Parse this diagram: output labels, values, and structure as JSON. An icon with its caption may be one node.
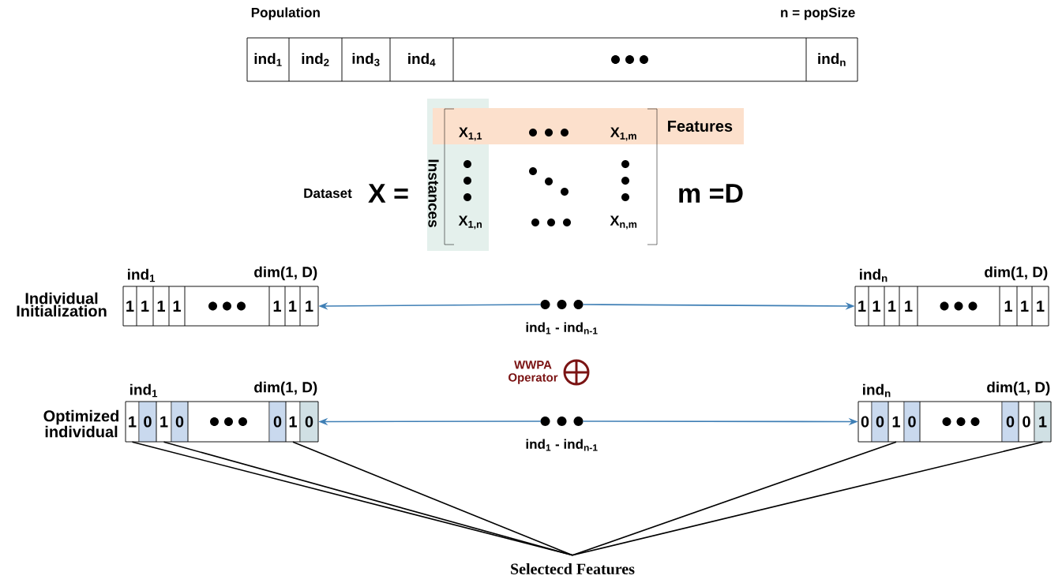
{
  "diagram": {
    "nodes": [
      {
        "text": [
          "Population",
          "n = popSize"
        ]
      },
      {
        "text": [
          "ind$_{1}$"
        ],
        "in": 0
      },
      {
        "text": [
          "ind$_{2}$"
        ],
        "in": 0
      },
      {
        "text": [
          "ind$_{3}$"
        ],
        "in": 0
      },
      {
        "text": [
          "ind$_{4}$"
        ],
        "in": 0
      },
      {
        "text": [],
        "shape": "box",
        "in": 0
      },
      {
        "text": [
          "ind$_{n}$"
        ],
        "in": 0
      },
      {
        "text": [
          "Features"
        ]
      },
      {
        "text": [
          "Instances"
        ]
      },
      {
        "text": [
          "ind$_{1}$",
          "dim(1, D)"
        ]
      },
      {
        "text": [
          "1"
        ],
        "in": 9
      },
      {
        "text": [
          "1"
        ],
        "in": 9
      },
      {
        "text": [
          "1"
        ],
        "in": 9
      },
      {
        "text": [
          "1"
        ],
        "in": 9
      },
      {
        "text": [],
        "shape": "box",
        "in": 9
      },
      {
        "text": [
          "1"
        ],
        "in": 9
      },
      {
        "text": [
          "1"
        ],
        "in": 9
      },
      {
        "text": [
          "1"
        ],
        "in": 9
      },
      {
        "text": [],
        "shape": "circle",
        "beside": [
          "ind$_{1}$ - ind$_{n-1}$"
        ]
      },
      {
        "text": [
          "ind$_{n}$",
          "dim(1, D)"
        ]
      },
      {
        "text": [
          "1"
        ],
        "in": 19
      },
      {
        "text": [
          "1"
        ],
        "in": 19
      },
      {
        "text": [
          "1"
        ],
        "in": 19
      },
      {
        "text": [
          "1"
        ],
        "in": 19
      },
      {
        "text": [],
        "shape": "box",
        "in": 19
      },
      {
        "text": [
          "1"
        ],
        "in": 19
      },
      {
        "text": [
          "1"
        ],
        "in": 19
      },
      {
        "text": [
          "1"
        ],
        "in": 19
      },
      {
        "text": [
          "ind$_{1}$",
          "dim(1, D)"
        ]
      },
      {
        "text": [
          "1"
        ],
        "in": 28
      },
      {
        "text": [
          "0"
        ],
        "in": 28
      },
      {
        "text": [
          "1"
        ],
        "in": 28
      },
      {
        "text": [
          "0"
        ],
        "in": 28
      },
      {
        "text": [],
        "shape": "box",
        "in": 28
      },
      {
        "text": [
          "0"
        ],
        "in": 28
      },
      {
        "text": [
          "1"
        ],
        "in": 28
      },
      {
        "text": [
          "0"
        ],
        "in": 28
      },
      {
        "text": [],
        "shape": "circle",
        "beside": [
          "ind$_{1}$ - ind$_{n-1}$"
        ]
      },
      {
        "text": [
          "ind$_{n}$",
          "dim(1, D)"
        ]
      },
      {
        "text": [
          "0"
        ],
        "in": 38
      },
      {
        "text": [
          "0"
        ],
        "in": 38
      },
      {
        "text": [
          "1"
        ],
        "in": 38
      },
      {
        "text": [
          "0"
        ],
        "in": 38
      },
      {
        "text": [],
        "shape": "box",
        "in": 38
      },
      {
        "text": [
          "0"
        ],
        "in": 38
      },
      {
        "text": [
          "0"
        ],
        "in": 38
      },
      {
        "text": [
          "1"
        ],
        "in": 38
      },
      {
        "text": [
          "Selectecd Features"
        ]
      }
    ],
    "edges": [
      {
        "from": 18,
        "to": 9,
        "arrow": "to",
        "color": "#3f7fb5"
      },
      {
        "from": 18,
        "to": 19,
        "arrow": "to",
        "color": "#3f7fb5"
      },
      {
        "from": 37,
        "to": 28,
        "arrow": "to",
        "color": "#3f7fb5"
      },
      {
        "from": 37,
        "to": 38,
        "arrow": "to",
        "color": "#3f7fb5"
      },
      {
        "from": 29,
        "to": 47,
        "arrow": "none"
      },
      {
        "from": 31,
        "to": 47,
        "arrow": "none"
      },
      {
        "from": 35,
        "to": 47,
        "arrow": "none"
      },
      {
        "from": 41,
        "to": 47,
        "arrow": "none"
      },
      {
        "from": 46,
        "to": 47,
        "arrow": "none"
      }
    ],
    "labels": [
      "Dataset",
      "X =",
      "X$_{1,1}$",
      "X$_{1,m}$",
      "X$_{1,n}$",
      "X$_{n,m}$",
      "m =D",
      "Individual Initialization",
      "WWPA Operator",
      "Optimized individual"
    ]
  }
}
